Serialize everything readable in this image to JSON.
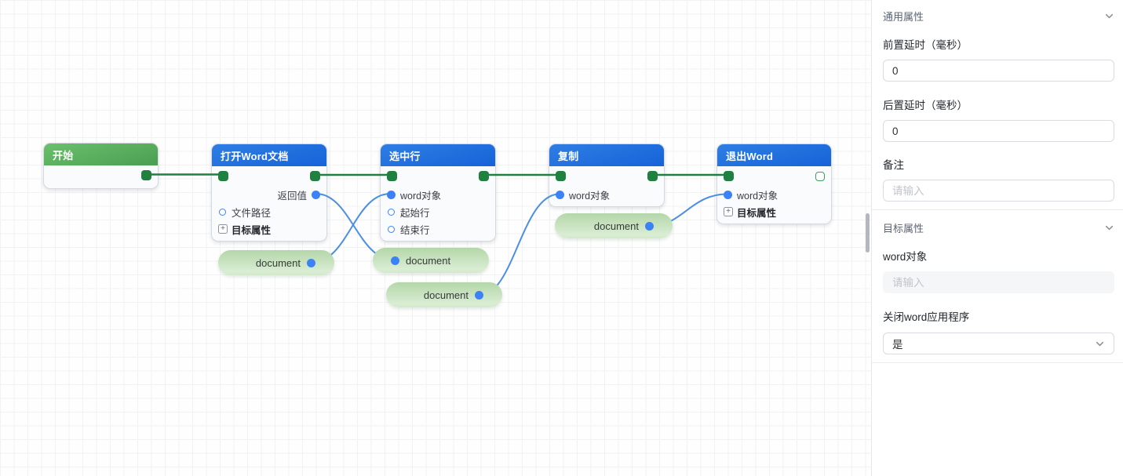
{
  "colors": {
    "edge-green": "#1f8040",
    "port-blue": "#3b82f6",
    "header-blue": "#1563d8",
    "header-green": "#4b9e52",
    "pill-green": "#b4d6a9"
  },
  "canvas": {
    "nodes": [
      {
        "title": "开始"
      },
      {
        "title": "打开Word文档",
        "rows": [
          {
            "label": "返回值"
          },
          {
            "label": "文件路径"
          },
          {
            "label": "目标属性"
          }
        ]
      },
      {
        "title": "选中行",
        "rows": [
          {
            "label": "word对象"
          },
          {
            "label": "起始行"
          },
          {
            "label": "结束行"
          }
        ]
      },
      {
        "title": "复制",
        "rows": [
          {
            "label": "word对象"
          }
        ]
      },
      {
        "title": "退出Word",
        "rows": [
          {
            "label": "word对象"
          },
          {
            "label": "目标属性"
          }
        ]
      }
    ],
    "pills": [
      {
        "label": "document"
      },
      {
        "label": "document"
      },
      {
        "label": "document"
      },
      {
        "label": "document"
      }
    ]
  },
  "panel": {
    "general_section": {
      "title": "通用属性"
    },
    "pre_delay": {
      "label": "前置延时（毫秒）",
      "value": "0"
    },
    "post_delay": {
      "label": "后置延时（毫秒）",
      "value": "0"
    },
    "remark": {
      "label": "备注",
      "placeholder": "请输入"
    },
    "target_section": {
      "title": "目标属性"
    },
    "word_object": {
      "label": "word对象",
      "placeholder": "请输入"
    },
    "close_word": {
      "label": "关闭word应用程序",
      "value": "是"
    }
  }
}
